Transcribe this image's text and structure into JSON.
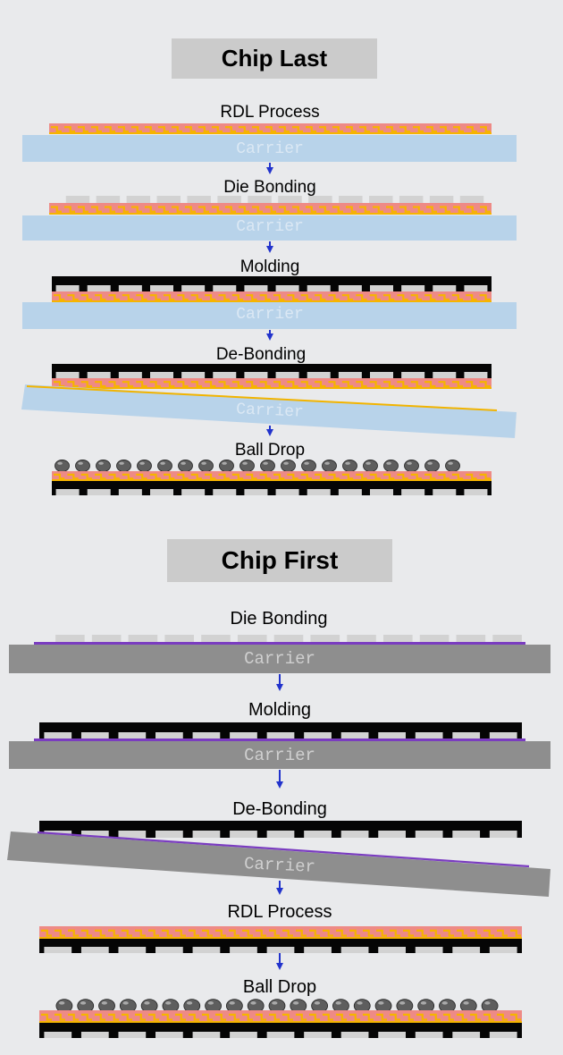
{
  "chip_last": {
    "title": "Chip Last",
    "steps": [
      {
        "label": "RDL Process",
        "carrier_label": "Carrier"
      },
      {
        "label": "Die Bonding",
        "carrier_label": "Carrier"
      },
      {
        "label": "Molding",
        "carrier_label": "Carrier"
      },
      {
        "label": "De-Bonding",
        "carrier_label": "Carrier"
      },
      {
        "label": "Ball Drop",
        "carrier_label": ""
      }
    ]
  },
  "chip_first": {
    "title": "Chip First",
    "steps": [
      {
        "label": "Die Bonding",
        "carrier_label": "Carrier"
      },
      {
        "label": "Molding",
        "carrier_label": "Carrier"
      },
      {
        "label": "De-Bonding",
        "carrier_label": "Carrier"
      },
      {
        "label": "RDL Process",
        "carrier_label": ""
      },
      {
        "label": "Ball Drop",
        "carrier_label": ""
      }
    ]
  },
  "colors": {
    "background": "#e9eaec",
    "title_box": "#cbcbcb",
    "carrier_chip_last": "#b8d3ea",
    "carrier_chip_first": "#8e8e8e",
    "carrier_text_chip_last": "#dbe8f4",
    "carrier_text_chip_first": "#cfcfcf",
    "rdl_pink": "#ee8a86",
    "rdl_trace": "#f6b400",
    "release_layer_chip_last": "#f2b400",
    "release_layer_chip_first": "#7a3cc0",
    "die": "#d2d2d2",
    "mold": "#050505",
    "arrow": "#2233cc",
    "solder_ball": "#5e5e5e"
  }
}
